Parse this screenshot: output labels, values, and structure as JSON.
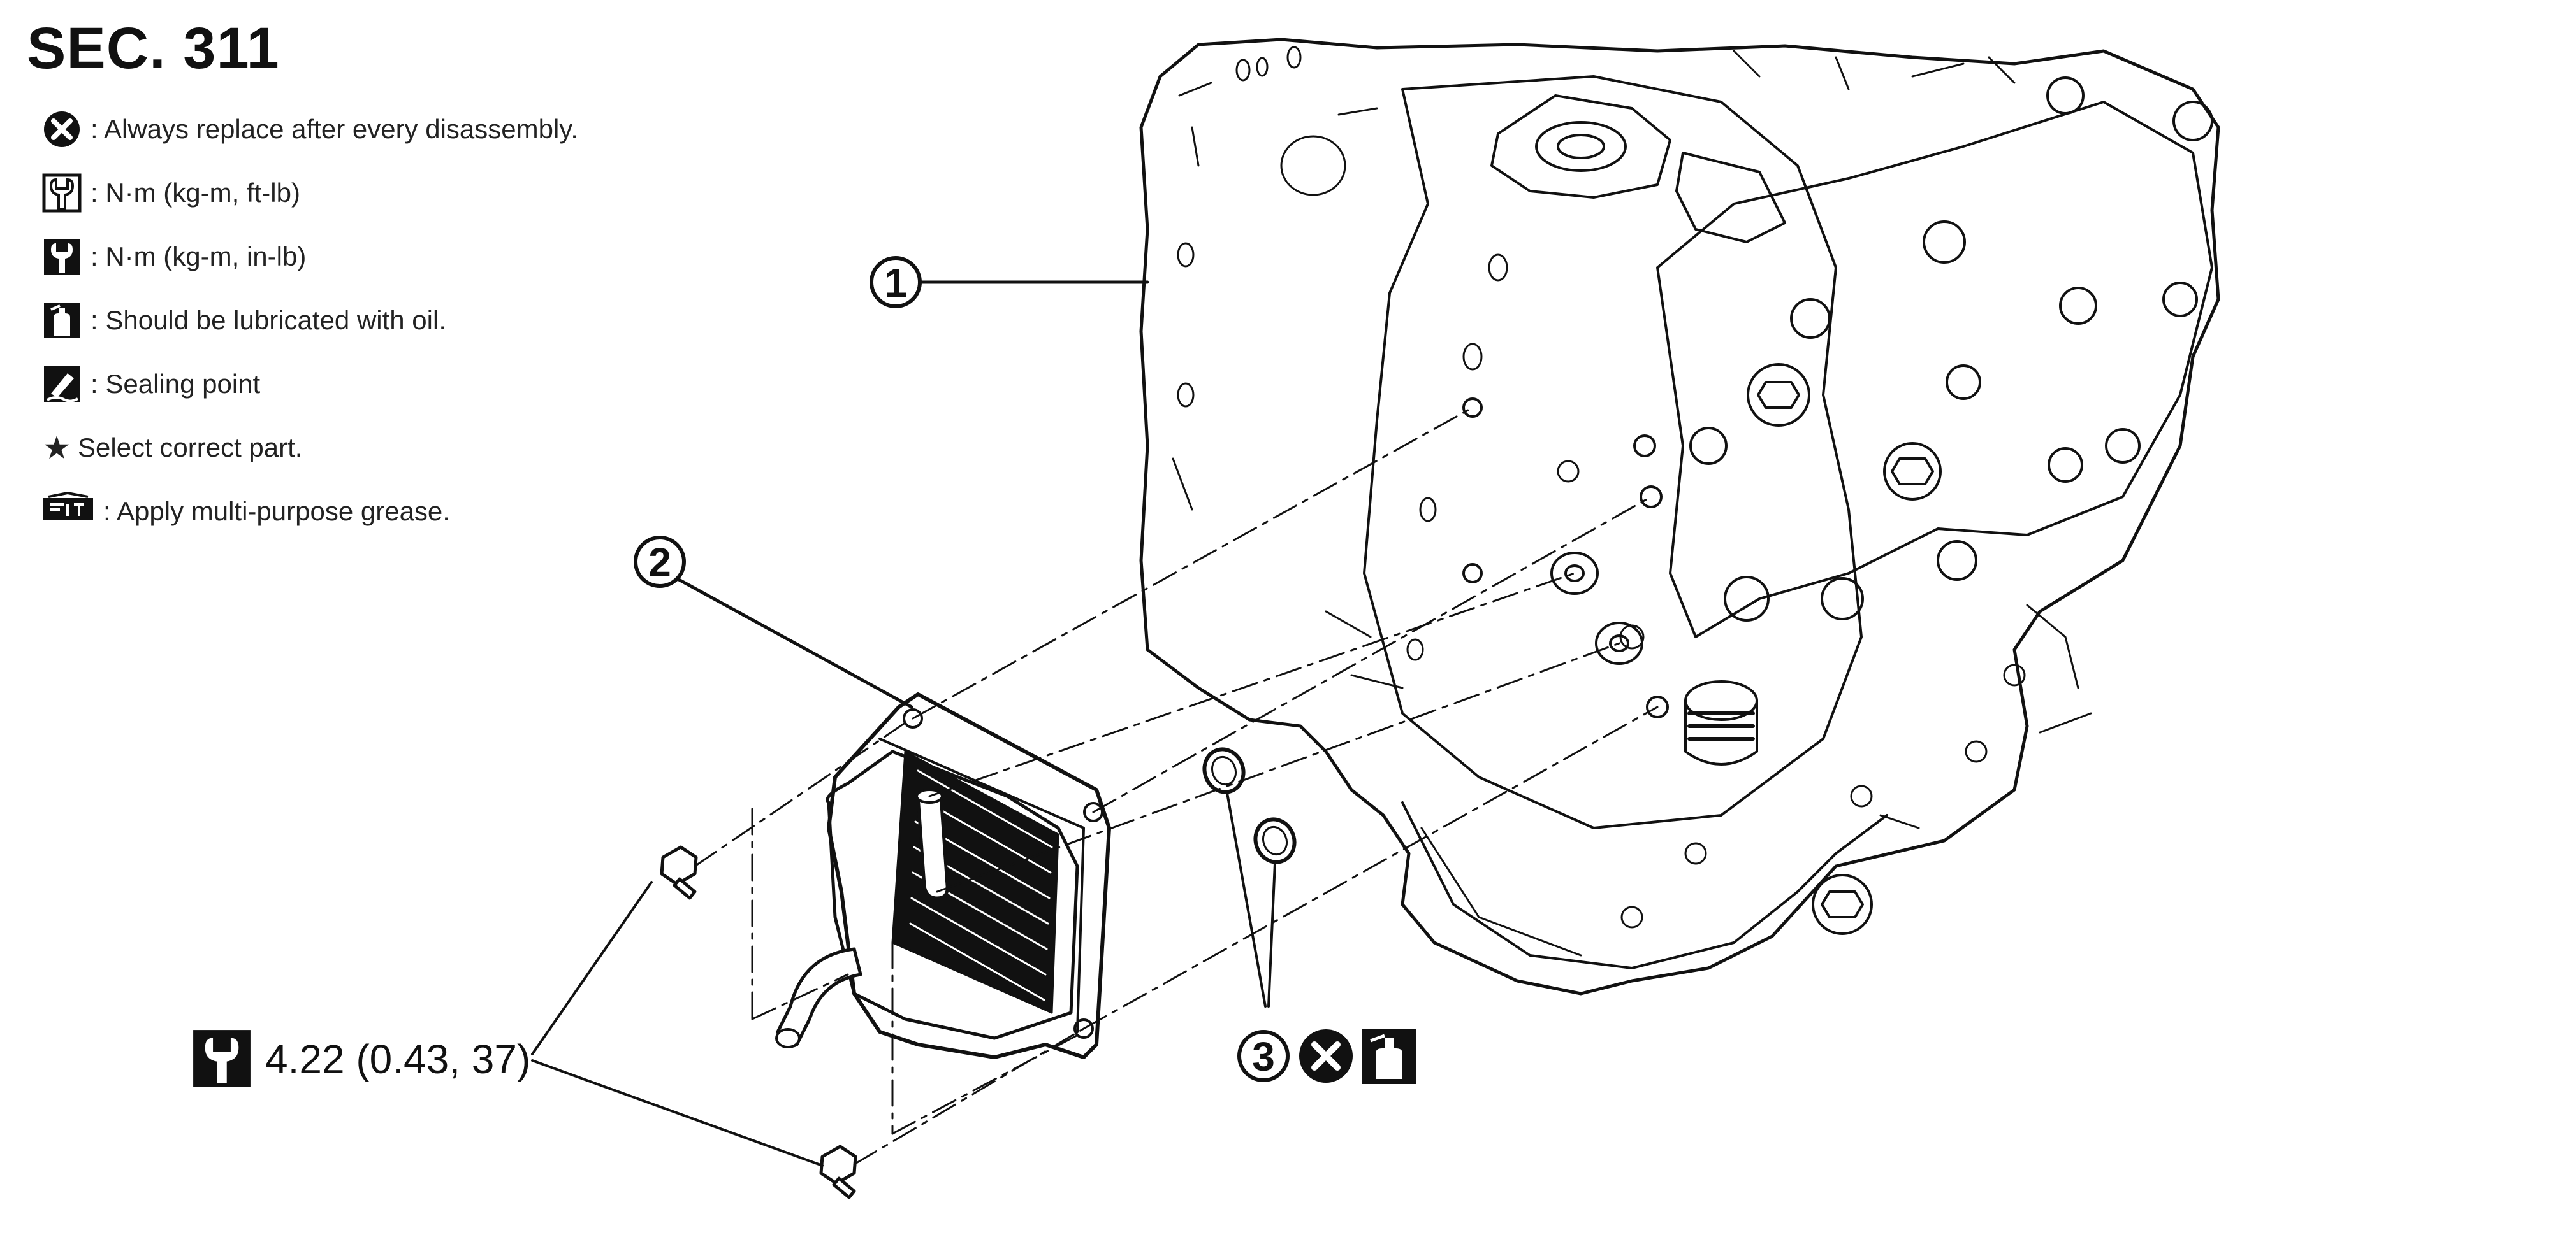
{
  "header": {
    "section": "SEC. 311"
  },
  "legend": [
    {
      "icon": "replace-x-icon",
      "text": ": Always replace after every disassembly."
    },
    {
      "icon": "torque-wrench-ftlb-icon",
      "text": ": N·m (kg-m, ft-lb)"
    },
    {
      "icon": "torque-wrench-inlb-icon",
      "text": ": N·m (kg-m, in-lb)"
    },
    {
      "icon": "oil-can-icon",
      "text": ": Should be lubricated with oil."
    },
    {
      "icon": "sealing-point-icon",
      "text": ": Sealing point"
    },
    {
      "icon": "star-icon",
      "text": "Select correct part."
    },
    {
      "icon": "grease-icon",
      "text": ": Apply multi-purpose grease."
    }
  ],
  "callouts": [
    {
      "number": "1",
      "part": "transaxle assembly"
    },
    {
      "number": "2",
      "part": "fluid cooler"
    },
    {
      "number": "3",
      "part": "o-rings"
    }
  ],
  "torque_spec": {
    "value": "4.22 (0.43, 37)"
  },
  "colors": {
    "line": "#111111",
    "background": "#ffffff"
  }
}
